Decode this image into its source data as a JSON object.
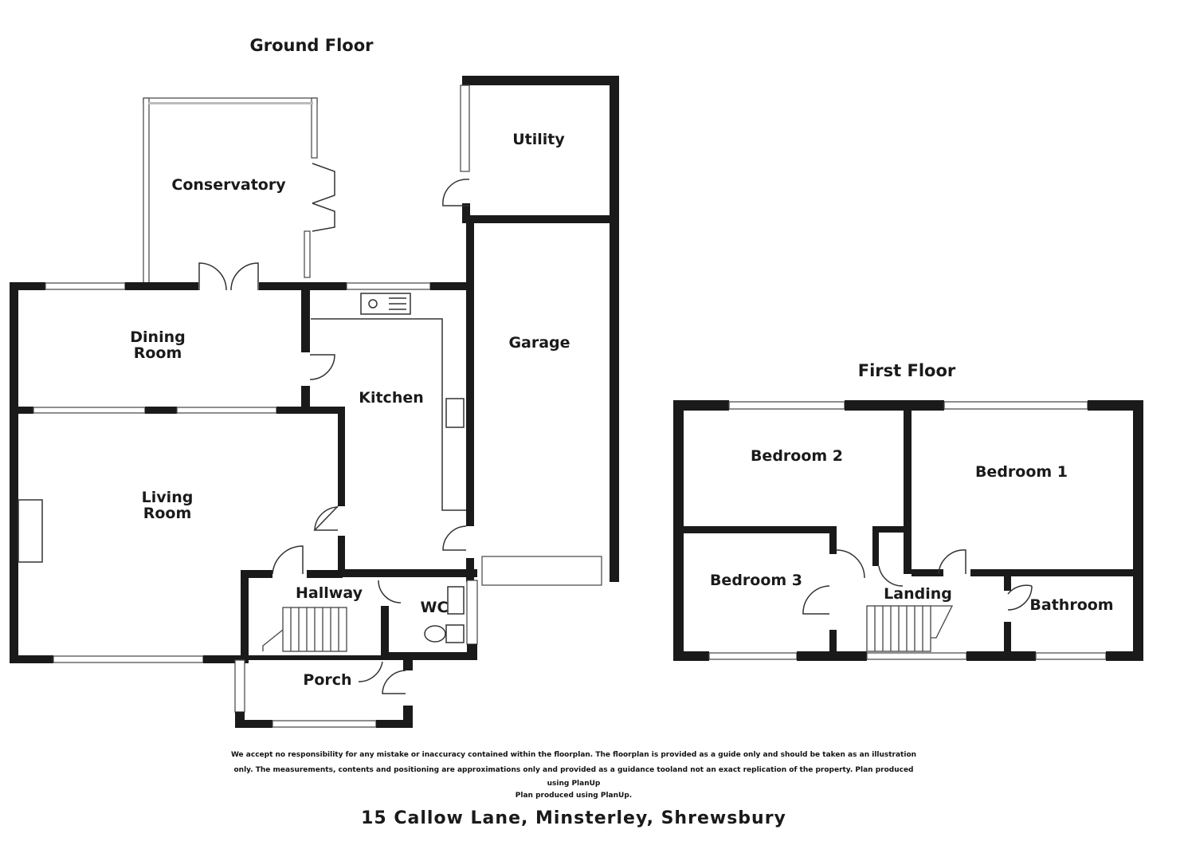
{
  "floors": {
    "ground_title": "Ground Floor",
    "first_title": "First Floor"
  },
  "rooms": {
    "conservatory": "Conservatory",
    "utility": "Utility",
    "dining_1": "Dining",
    "dining_2": "Room",
    "kitchen": "Kitchen",
    "garage": "Garage",
    "living_1": "Living",
    "living_2": "Room",
    "hallway": "Hallway",
    "wc": "WC",
    "porch": "Porch",
    "bedroom2": "Bedroom 2",
    "bedroom1": "Bedroom 1",
    "bedroom3": "Bedroom 3",
    "landing": "Landing",
    "bathroom": "Bathroom"
  },
  "disclaimer": {
    "line1": "We accept no responsibility for any mistake or inaccuracy contained within the floorplan. The floorplan is provided as a guide only and should be taken as an illustration",
    "line2": "only. The measurements, contents and positioning are approximations only and provided as a guidance tooland not an exact replication of the property. Plan produced",
    "line3": "using PlanUp",
    "line4": "Plan produced using PlanUp."
  },
  "address": "15 Callow Lane, Minsterley, Shrewsbury"
}
